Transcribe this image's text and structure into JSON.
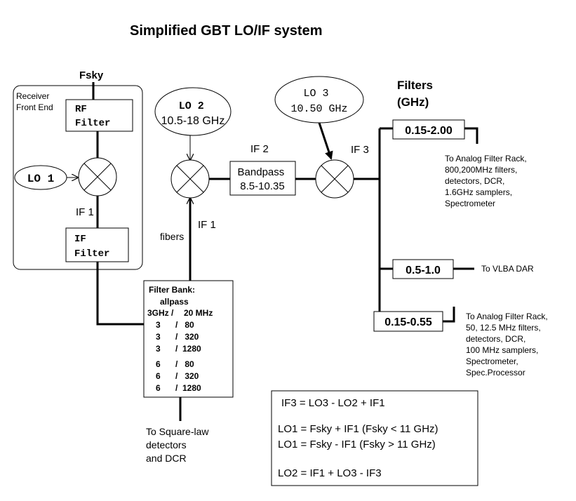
{
  "title": "Simplified GBT LO/IF system",
  "fsky": "Fsky",
  "receiver": {
    "line1": "Receiver",
    "line2": "Front End"
  },
  "rf_filter": {
    "line1": "RF",
    "line2": "Filter"
  },
  "lo1": "LO 1",
  "if1_label": "IF 1",
  "if_filter": {
    "line1": "IF",
    "line2": "Filter"
  },
  "lo2": {
    "line1": "LO 2",
    "line2": "10.5-18 GHz"
  },
  "fibers": "fibers",
  "if1_label_2": "IF 1",
  "if2_label": "IF 2",
  "bandpass": {
    "line1": "Bandpass",
    "line2": "8.5-10.35"
  },
  "lo3": {
    "line1": "LO 3",
    "line2": "10.50 GHz"
  },
  "if3_label": "IF 3",
  "filters_heading": {
    "line1": "Filters",
    "line2": "(GHz)"
  },
  "filter_a": {
    "label": "0.15-2.00",
    "note": [
      "To Analog Filter Rack,",
      "800,200MHz filters,",
      "detectors, DCR,",
      "1.6GHz samplers,",
      "Spectrometer"
    ]
  },
  "filter_b": {
    "label": "0.5-1.0",
    "note": "To VLBA DAR"
  },
  "filter_c": {
    "label": "0.15-0.55",
    "note": [
      "To Analog Filter Rack,",
      "50, 12.5 MHz filters,",
      "detectors, DCR,",
      "100 MHz samplers,",
      "Spectrometer,",
      "Spec.Processor"
    ]
  },
  "filter_bank": {
    "line1": "Filter Bank:",
    "line2": "allpass",
    "rows": [
      [
        "3GHz /",
        "20 MHz"
      ],
      [
        "3",
        "/   80"
      ],
      [
        "3",
        "/   320"
      ],
      [
        "3",
        "/  1280"
      ],
      [
        "6",
        "/   80"
      ],
      [
        "6",
        "/   320"
      ],
      [
        "6",
        "/  1280"
      ]
    ]
  },
  "square_law": [
    "To Square-law",
    "detectors",
    "and DCR"
  ],
  "equations": [
    "IF3 = LO3 - LO2 + IF1",
    "LO1 = Fsky + IF1  (Fsky < 11 GHz)",
    "LO1 = Fsky - IF1   (Fsky > 11 GHz)",
    "LO2 = IF1 + LO3 - IF3"
  ]
}
